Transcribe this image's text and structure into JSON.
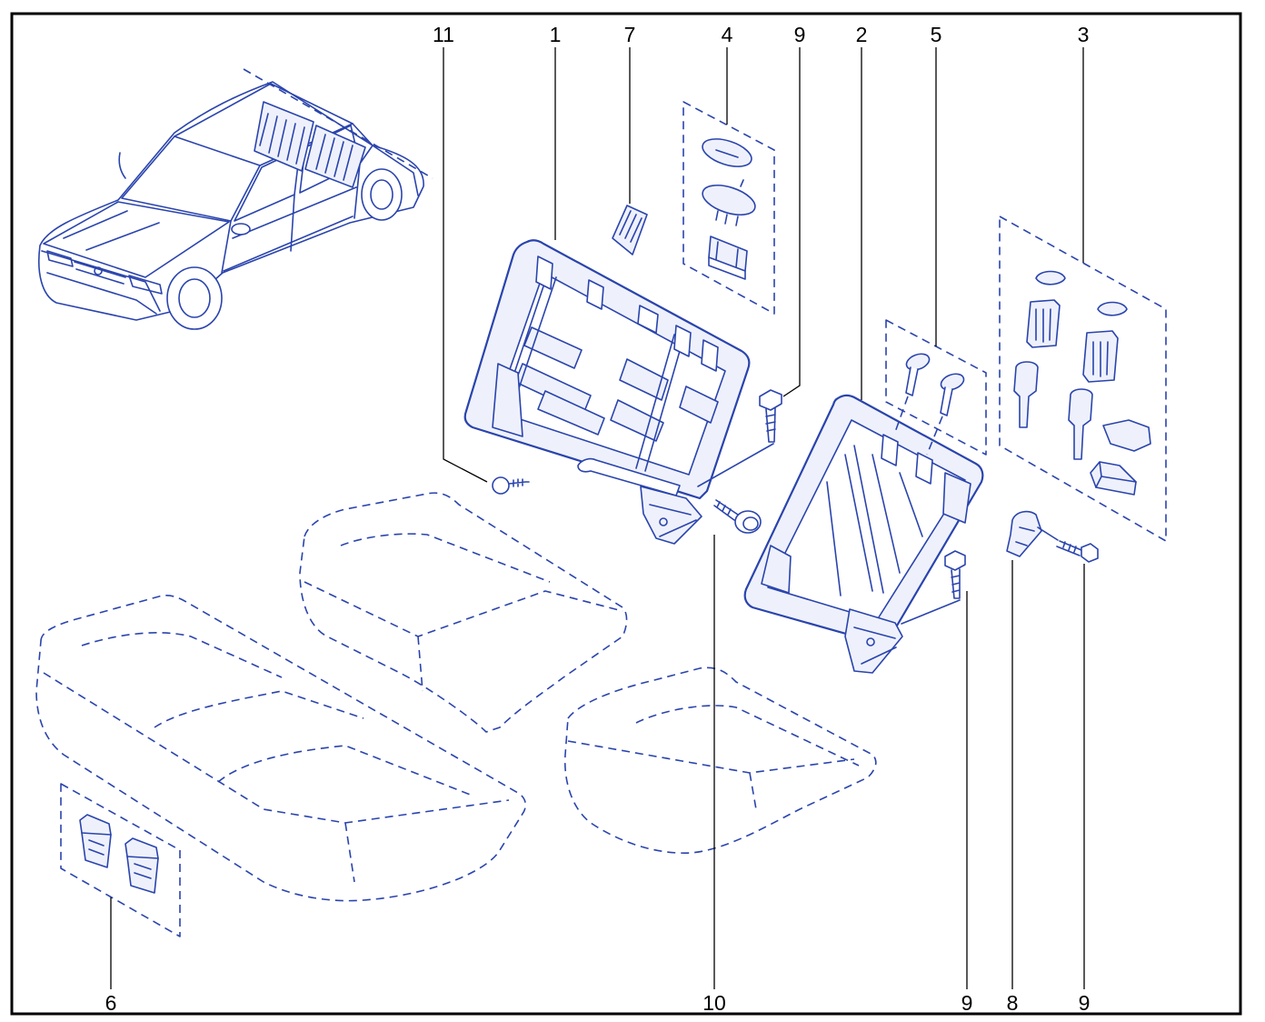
{
  "diagram": {
    "callouts_top": [
      "11",
      "1",
      "7",
      "4",
      "9",
      "2",
      "5",
      "3"
    ],
    "callouts_bottom": [
      "6",
      "10",
      "9",
      "8",
      "9"
    ]
  },
  "colors": {
    "line": "#2a44ad",
    "panel_fill": "#eef1fb",
    "label": "#000000",
    "frame_border": "#000000"
  }
}
